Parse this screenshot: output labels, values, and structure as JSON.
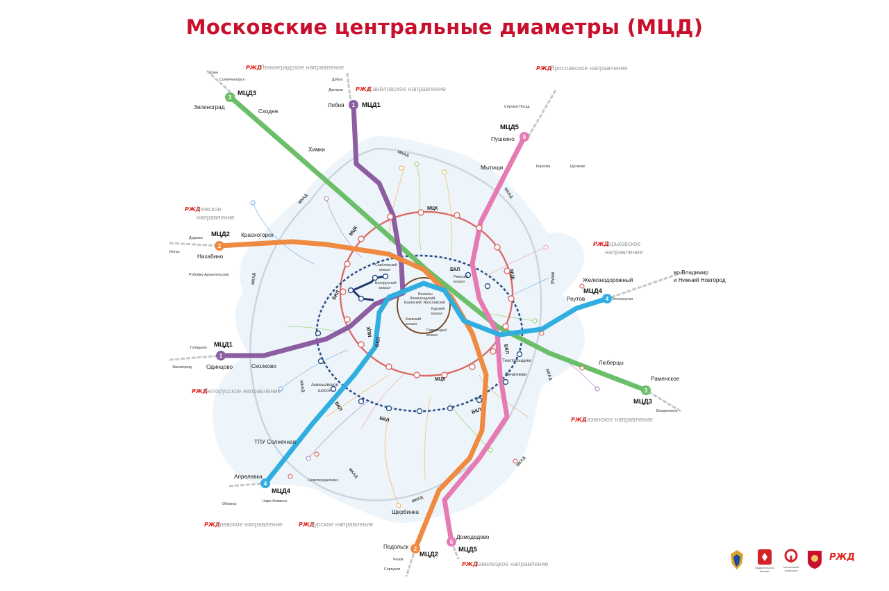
{
  "title": "Московские центральные диаметры (МЦД)",
  "colors": {
    "mcd1": "#8c5ea1",
    "mcd2": "#ee8a41",
    "mcd3": "#6cbf6a",
    "mcd4": "#31aee0",
    "mcd5": "#e67bb4",
    "mck": "#d96a66",
    "bkl": "#2c4f86",
    "brown": "#7a4b2a",
    "rzd": "#e2231a",
    "title": "#c8102e"
  },
  "rzd_mark": "РЖД",
  "directions": {
    "leningrad": "Ленинградское направление",
    "savelovo": "Савёловское направление",
    "yaroslavl": "Ярославское направление",
    "riga_1": "Рижское",
    "riga_2": "направление",
    "gorky_1": "Горьковское",
    "gorky_2": "направление",
    "belarus": "Белорусское направление",
    "kazan": "Казанское направление",
    "kiev": "Киевское направление",
    "kursk": "Курское направление",
    "paveletsk": "Павелецкое направление"
  },
  "line_labels": {
    "mcd3_top": "МЦД3",
    "mcd1_top": "МЦД1",
    "mcd5_top": "МЦД5",
    "mcd2_left": "МЦД2",
    "mcd4_right": "МЦД4",
    "mcd1_left": "МЦД1",
    "mcd3_bottom": "МЦД3",
    "mcd4_bottom": "МЦД4",
    "mcd2_bottom": "МЦД2",
    "mcd5_bottom": "МЦД5"
  },
  "badges": {
    "mcd3_top": "3",
    "mcd1_top": "1",
    "mcd5_top": "5",
    "mcd2_left": "2",
    "mcd4_right": "4",
    "mcd1_left": "1",
    "mcd3_bottom": "3",
    "mcd4_bottom": "4",
    "mcd2_bottom": "2",
    "mcd5_bottom": "5"
  },
  "stations": {
    "zelenograd": "Зеленоград",
    "skhodnya": "Сходня",
    "khimki": "Химки",
    "lobnya": "Лобня",
    "pushkino": "Пушкино",
    "mytishchi": "Мытищи",
    "krasnogorsk": "Красногорск",
    "nakhabino": "Нахабино",
    "zheleznodorozhny": "Железнодорожный",
    "reutov": "Реутов",
    "vladimir_1": "во Владимир",
    "vladimir_2": "и Нижний Новгород",
    "odintsovo": "Одинцово",
    "skolkovo": "Сколково",
    "lyubertsy": "Люберцы",
    "ramenskoe": "Раменское",
    "tpu_solnechnaya": "ТПУ Солнечная",
    "aprelevka": "Апрелевка",
    "shcherbinka": "Щербинка",
    "podolsk": "Подольск",
    "domodedovo": "Домодедово",
    "aminyevskoe_1": "Аминьевское",
    "aminyevskoe_2": "шоссе",
    "tekstilshchiki": "Текстильщики",
    "pechatniki": "Печатники"
  },
  "small_stations": {
    "klin": "Клин",
    "solnechnogorsk": "Солнечногорск",
    "dubna": "Дубна",
    "dmitrov": "Дмитров",
    "sergiev_posad": "Сергиев Посад",
    "korolev": "Королёв",
    "shchelkovo": "Щёлково",
    "dedovsk": "Дедовск",
    "istra": "Истра",
    "rublevo": "Рублёво-Архангельское",
    "elektrougli": "Электроугли",
    "golitsyno": "Голицыно",
    "zvenigorod": "Звенигород",
    "voskresensk": "Воскресенск",
    "novoperedelkino": "Новопеределкино",
    "obninsk": "Обнинск",
    "naro_fominsk": "Наро-Фоминск",
    "chekhov": "Чехов",
    "serpukhov": "Серпухов"
  },
  "terminals": {
    "savelovsky_1": "Савёловский",
    "savelovsky_2": "вокзал",
    "rizhsky_1": "Рижский",
    "rizhsky_2": "вокзал",
    "belorussky_1": "Белорусский",
    "belorussky_2": "вокзал",
    "three_1": "Вокзалы",
    "three_2": "Ленинградский,",
    "three_3": "Казанский, Ярославский",
    "kievsky_1": "Киевский",
    "kievsky_2": "вокзал",
    "kursky_1": "Курский",
    "kursky_2": "вокзал",
    "paveletsky_1": "Павелецкий",
    "paveletsky_2": "вокзал"
  },
  "ring_labels": {
    "mck_n": "МЦК",
    "mck_nw": "МЦК",
    "mck_e": "МЦК",
    "mck_w": "МЦК",
    "mck_s": "МЦК",
    "bkl_c": "БКЛ",
    "bkl_w": "БКЛ",
    "bkl_sw": "БКЛ",
    "bkl_s": "БКЛ",
    "bkl_se": "БКЛ",
    "bkl_e": "БКЛ",
    "bkl_e2": "БКЛ"
  },
  "mkad_label": "МКАД",
  "logo_captions": {
    "moscow_gov_1": "Правительство",
    "moscow_gov_2": "Москвы",
    "mos_transport_1": "Московский",
    "mos_transport_2": "транспорт"
  }
}
